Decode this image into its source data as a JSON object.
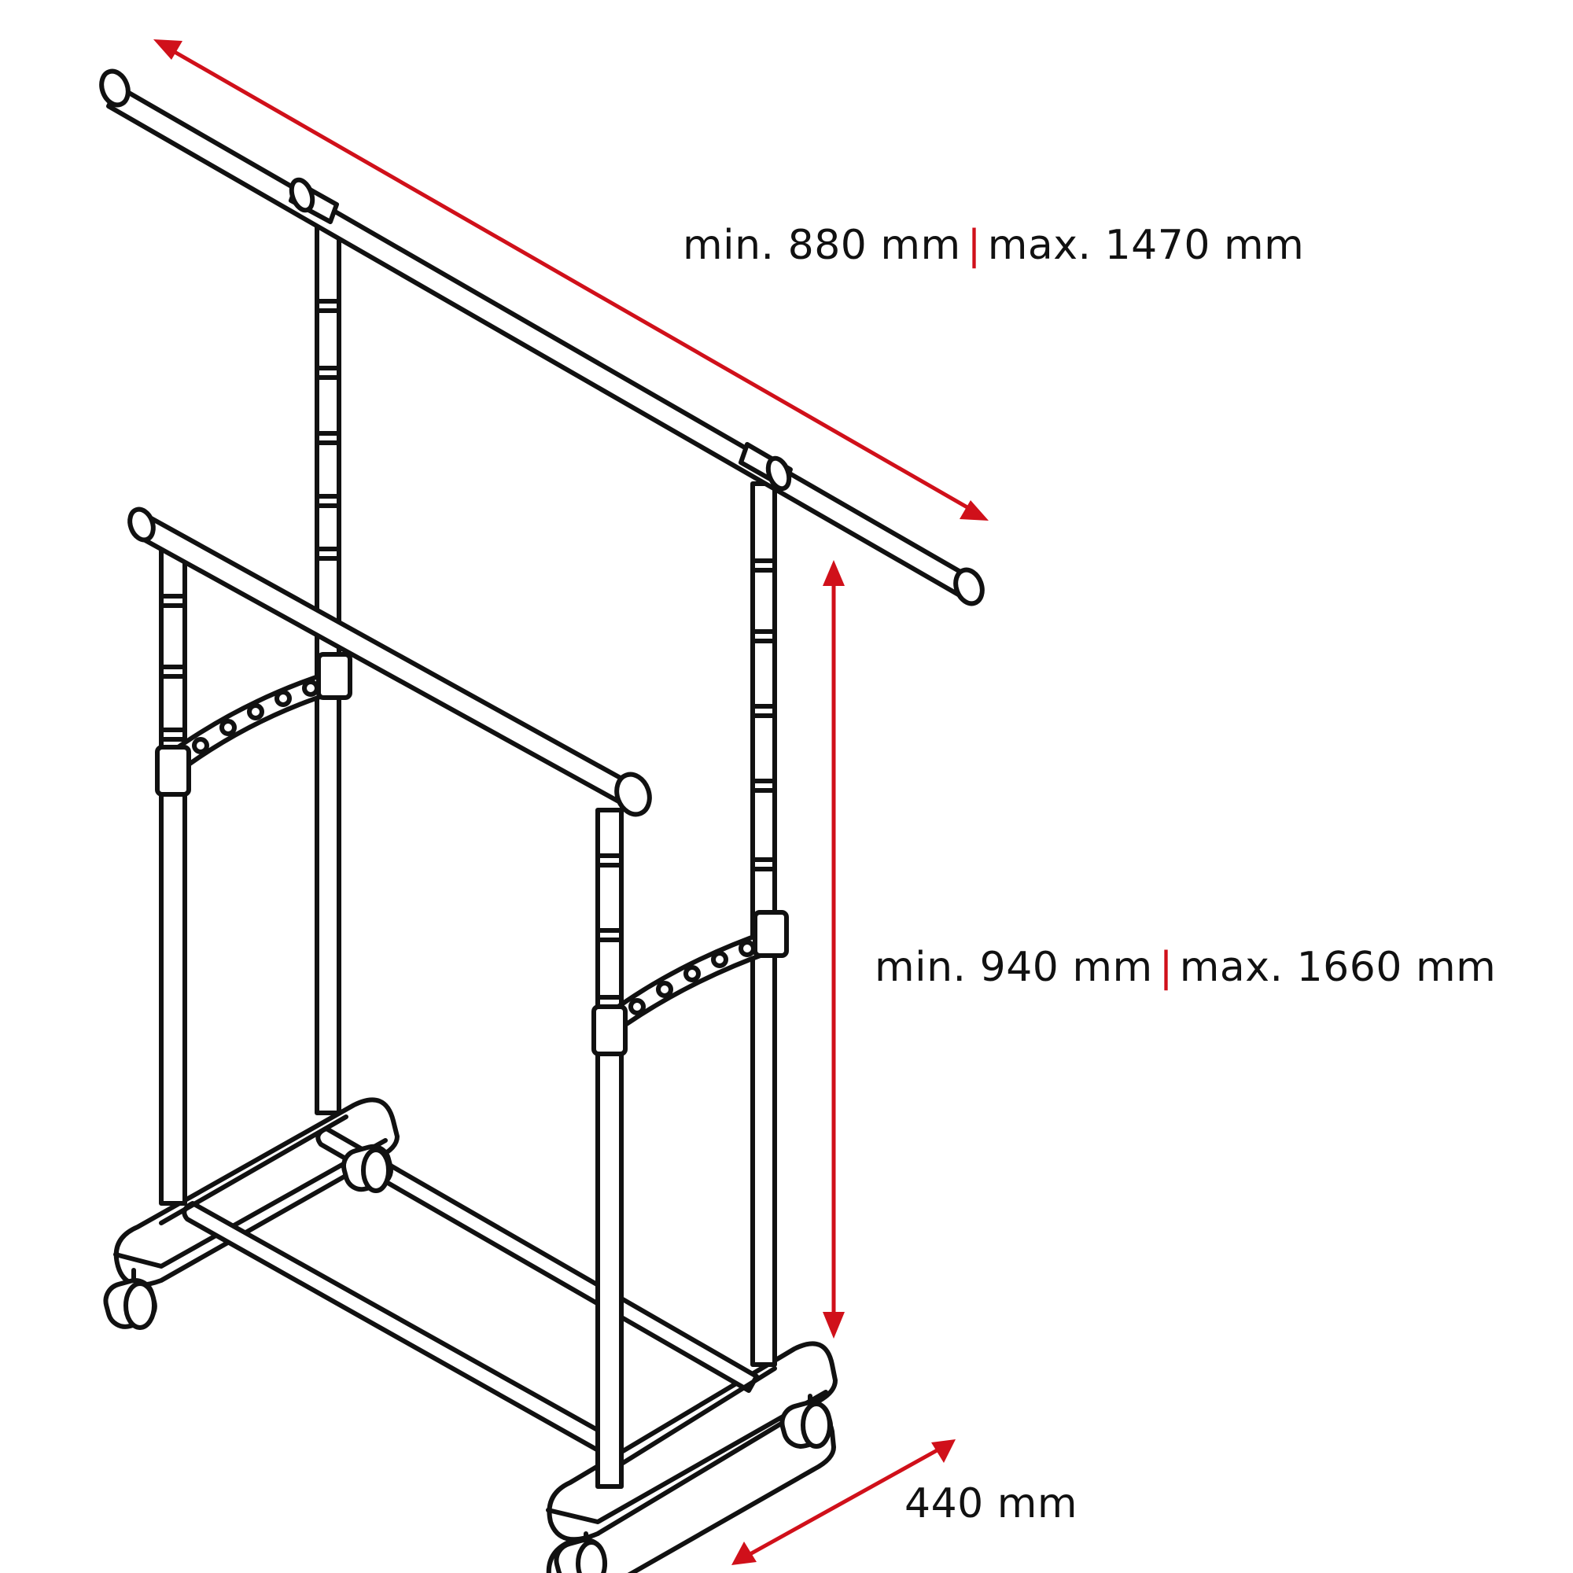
{
  "figure": {
    "subject": "double clothes rail on castors",
    "accent_color": "#d0101a",
    "line_color": "#111111",
    "background": "#ffffff"
  },
  "dimensions": {
    "width": {
      "min_label": "min. 880 mm",
      "separator": "|",
      "max_label": "max. 1470 mm"
    },
    "height": {
      "min_label": "min. 940 mm",
      "separator": "|",
      "max_label": "max. 1660 mm"
    },
    "depth": {
      "label": "440 mm"
    }
  },
  "icons": {
    "width_arrow": "double-headed-diagonal-arrow",
    "height_arrow": "double-headed-vertical-arrow",
    "depth_arrow": "double-headed-diagonal-arrow"
  }
}
